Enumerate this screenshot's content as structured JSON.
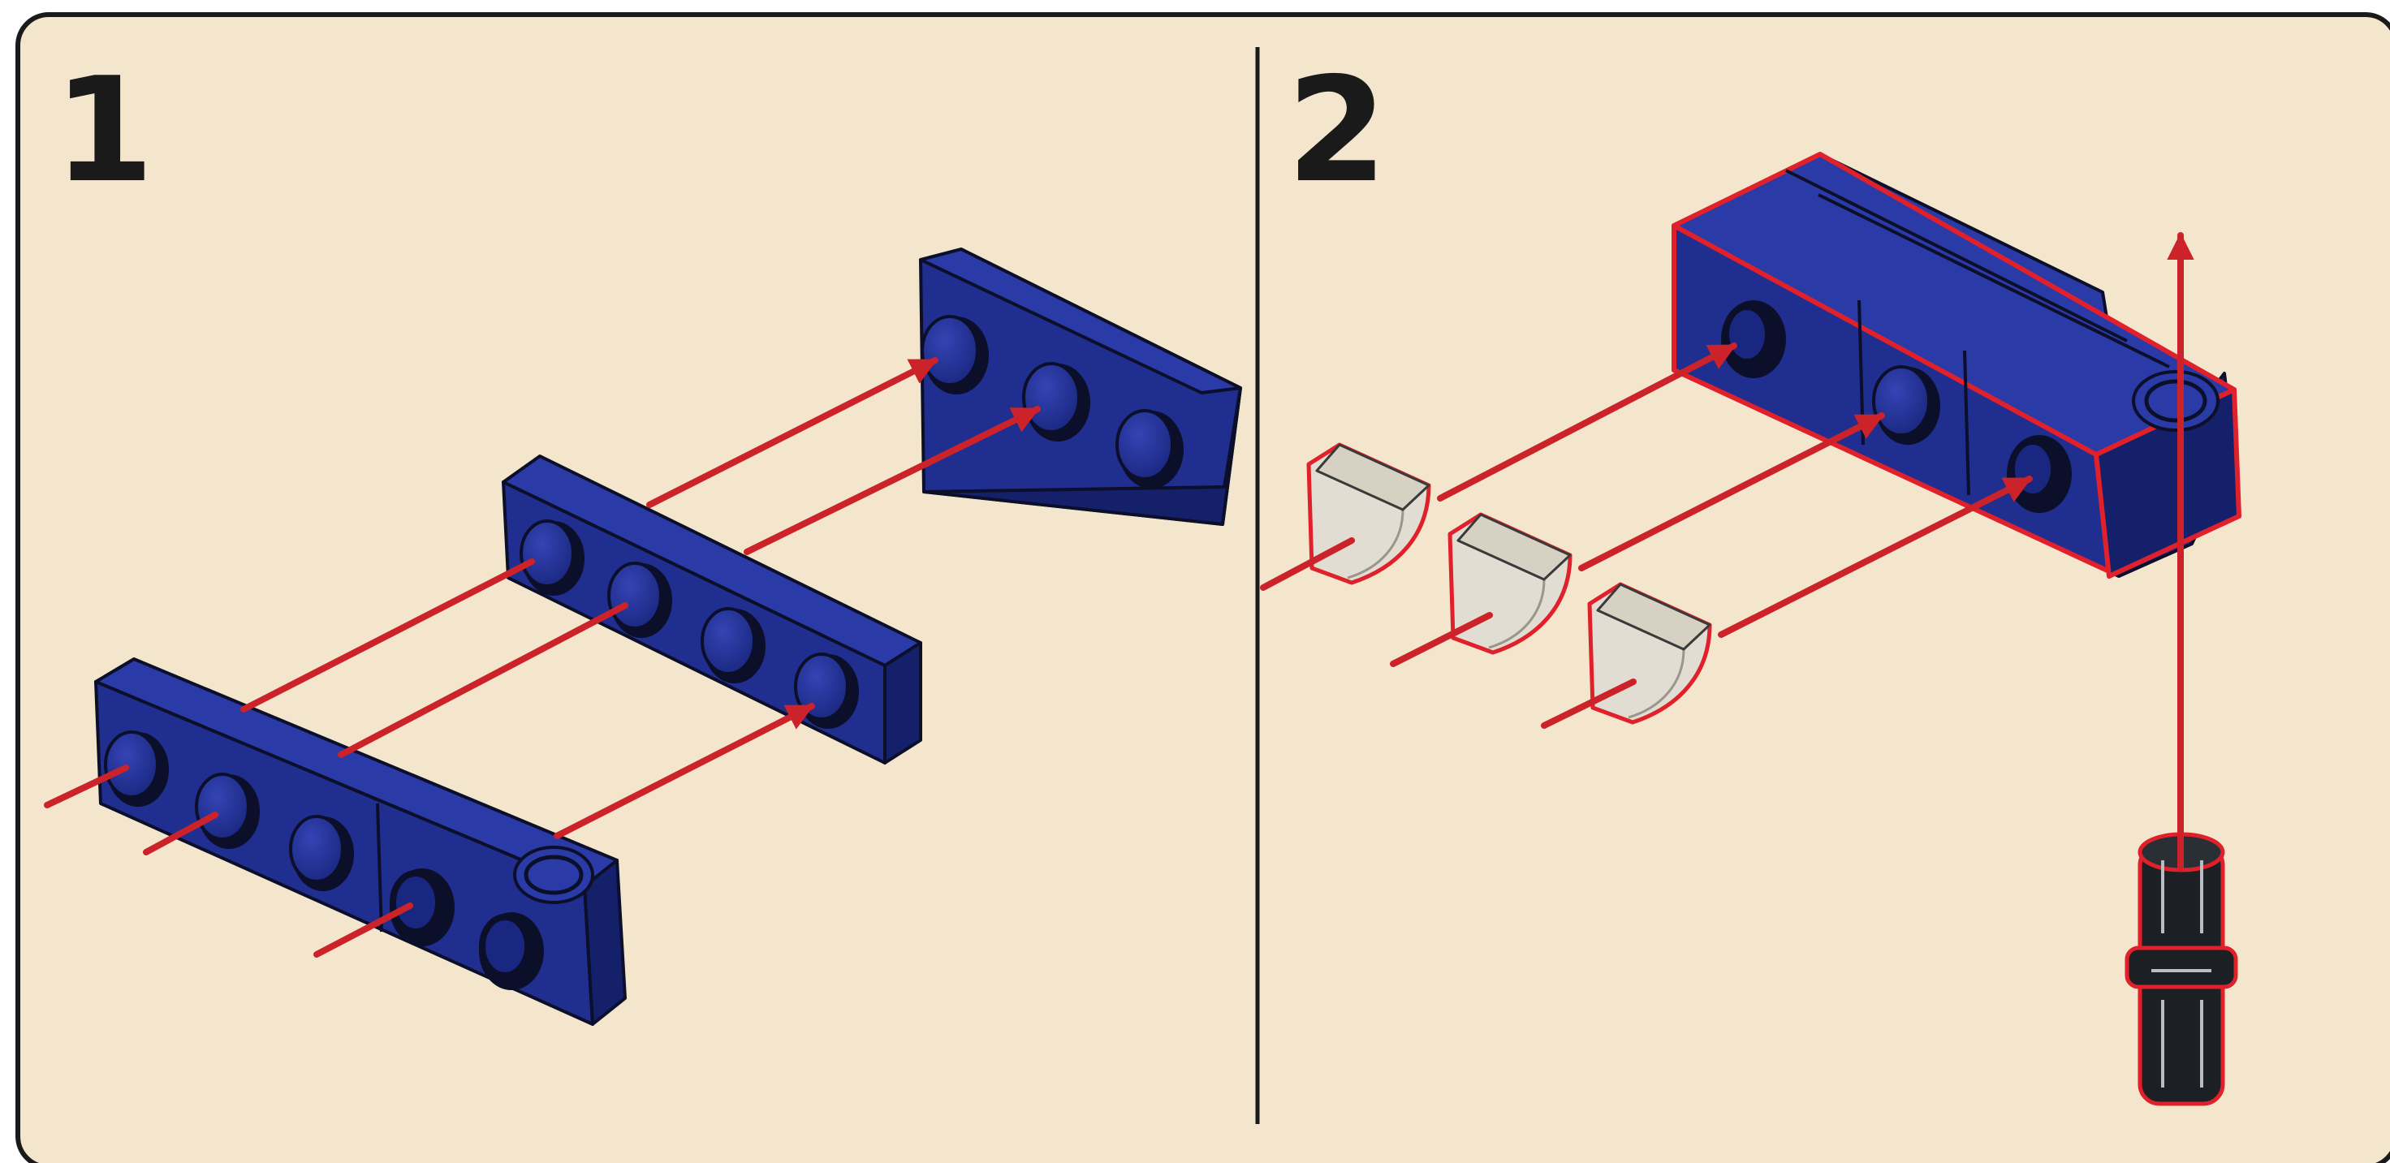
{
  "steps": [
    {
      "number": "1"
    },
    {
      "number": "2"
    }
  ],
  "colors": {
    "background": "#f3e6cd",
    "frame": "#1a1a1a",
    "brick_blue": "#1f2e8f",
    "brick_blue_dark": "#15206a",
    "brick_blue_light": "#2a3aa6",
    "arrow_red": "#cc2229",
    "trans_clear": "#e2ddd2",
    "pin_black": "#1c1f24",
    "highlight_red": "#e0202a"
  },
  "parts": {
    "step1": [
      "blue-wing-plate-3-studs",
      "blue-plate-1x4",
      "blue-plate-1x6-with-pin-hole",
      "red-assembly-arrows"
    ],
    "step2": [
      "blue-subassembly",
      "trans-clear-slope-x3",
      "black-technic-pin",
      "red-assembly-arrows"
    ]
  }
}
